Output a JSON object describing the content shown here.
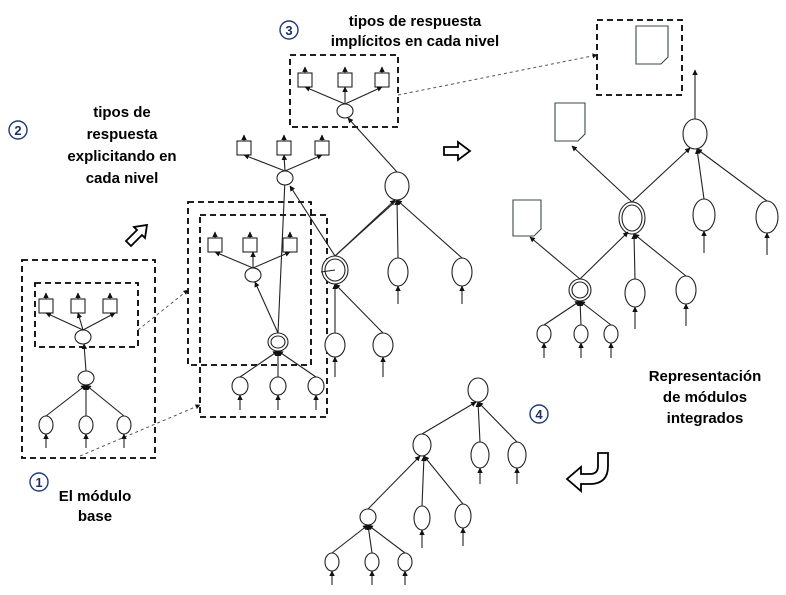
{
  "steps": [
    {
      "number": "1",
      "line1": "El módulo",
      "line2": "base"
    },
    {
      "number": "2",
      "line1": "tipos de",
      "line2": "respuesta",
      "line3": "explicitando en",
      "line4": "cada nivel"
    },
    {
      "number": "3",
      "line1": "tipos de respuesta",
      "line2": "implícitos en cada nivel"
    },
    {
      "number": "4",
      "line1": "Representación",
      "line2": "de módulos",
      "line3": "integrados"
    }
  ],
  "icons": {
    "arrow_right": "hollow-arrow-right-icon",
    "arrow_diag": "hollow-arrow-up-right-icon",
    "arrow_curve": "hollow-curved-arrow-icon",
    "document": "document-icon"
  }
}
